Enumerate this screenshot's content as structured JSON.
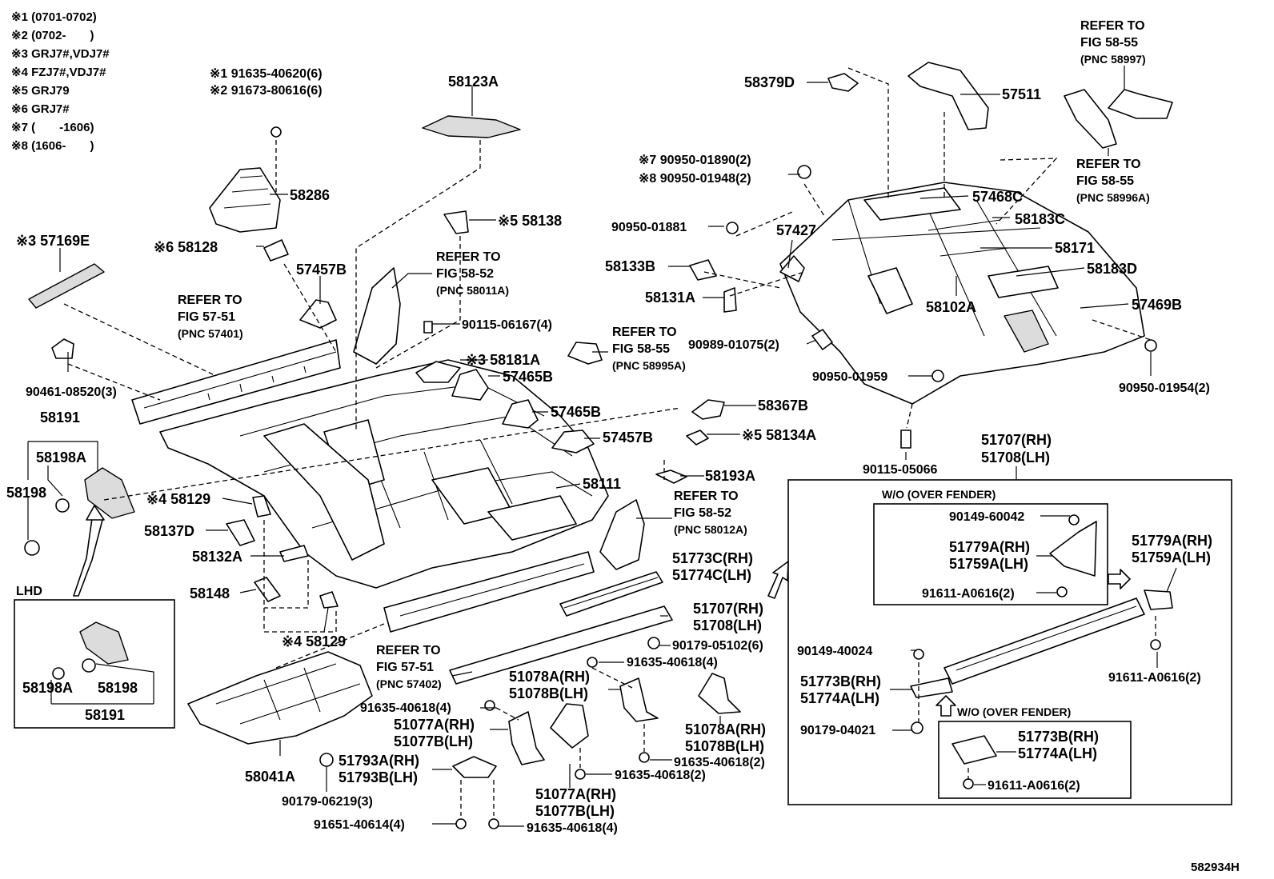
{
  "diagram_id": "582934H",
  "notes": [
    "※1 (0701-0702)",
    "※2 (0702-　　)",
    "※3 GRJ7#,VDJ7#",
    "※4 FZJ7#,VDJ7#",
    "※5 GRJ79",
    "※6 GRJ7#",
    "※7 (　　-1606)",
    "※8 (1606-　　)"
  ],
  "labels": [
    {
      "id": "l91635-40620",
      "text": "※1 91635-40620(6)"
    },
    {
      "id": "l91673-80616",
      "text": "※2 91673-80616(6)"
    },
    {
      "id": "l58123A",
      "text": "58123A"
    },
    {
      "id": "l58286",
      "text": "58286"
    },
    {
      "id": "l57169E",
      "text": "※3 57169E"
    },
    {
      "id": "l58128",
      "text": "※6 58128"
    },
    {
      "id": "l58138",
      "text": "※5 58138"
    },
    {
      "id": "l57457B-a",
      "text": "57457B"
    },
    {
      "id": "lref5252a1",
      "text": "REFER TO"
    },
    {
      "id": "lref5252a2",
      "text": "FIG 58-52"
    },
    {
      "id": "lref5252a3",
      "text": "(PNC 58011A)"
    },
    {
      "id": "lref5751a1",
      "text": "REFER TO"
    },
    {
      "id": "lref5751a2",
      "text": "FIG 57-51"
    },
    {
      "id": "lref5751a3",
      "text": "(PNC 57401)"
    },
    {
      "id": "l90115-06167",
      "text": "90115-06167(4)"
    },
    {
      "id": "lref5855c1",
      "text": "REFER TO"
    },
    {
      "id": "lref5855c2",
      "text": "FIG 58-55"
    },
    {
      "id": "lref5855c3",
      "text": "(PNC 58995A)"
    },
    {
      "id": "l58181A",
      "text": "※3 58181A"
    },
    {
      "id": "l57465B-a",
      "text": "57465B"
    },
    {
      "id": "l90461-08520",
      "text": "90461-08520(3)"
    },
    {
      "id": "l58191-a",
      "text": "58191"
    },
    {
      "id": "l58198A-a",
      "text": "58198A"
    },
    {
      "id": "l58198-a",
      "text": "58198"
    },
    {
      "id": "l57465B-b",
      "text": "57465B"
    },
    {
      "id": "l57457B-b",
      "text": "57457B"
    },
    {
      "id": "l58129-a",
      "text": "※4 58129"
    },
    {
      "id": "l58137D",
      "text": "58137D"
    },
    {
      "id": "l58132A",
      "text": "58132A"
    },
    {
      "id": "l58148",
      "text": "58148"
    },
    {
      "id": "l58111",
      "text": "58111"
    },
    {
      "id": "l58129-b",
      "text": "※4 58129"
    },
    {
      "id": "lLHD",
      "text": "LHD"
    },
    {
      "id": "l58198A-b",
      "text": "58198A"
    },
    {
      "id": "l58198-b",
      "text": "58198"
    },
    {
      "id": "l58191-b",
      "text": "58191"
    },
    {
      "id": "l58041A",
      "text": "58041A"
    },
    {
      "id": "lref5751b1",
      "text": "REFER TO"
    },
    {
      "id": "lref5751b2",
      "text": "FIG 57-51"
    },
    {
      "id": "lref5751b3",
      "text": "(PNC 57402)"
    },
    {
      "id": "l58367B",
      "text": "58367B"
    },
    {
      "id": "l58134A",
      "text": "※5 58134A"
    },
    {
      "id": "l58193A",
      "text": "58193A"
    },
    {
      "id": "lref5252b1",
      "text": "REFER TO"
    },
    {
      "id": "lref5252b2",
      "text": "FIG 58-52"
    },
    {
      "id": "lref5252b3",
      "text": "(PNC 58012A)"
    },
    {
      "id": "l51773C",
      "text": "51773C(RH)"
    },
    {
      "id": "l51774C",
      "text": "51774C(LH)"
    },
    {
      "id": "l51707-a",
      "text": "51707(RH)"
    },
    {
      "id": "l51708-a",
      "text": "51708(LH)"
    },
    {
      "id": "l90179-05102",
      "text": "90179-05102(6)"
    },
    {
      "id": "l91635-40618-a",
      "text": "91635-40618(4)"
    },
    {
      "id": "l51078A-a",
      "text": "51078A(RH)"
    },
    {
      "id": "l51078B-a",
      "text": "51078B(LH)"
    },
    {
      "id": "l91635-40618-b",
      "text": "91635-40618(4)"
    },
    {
      "id": "l51077A-a",
      "text": "51077A(RH)"
    },
    {
      "id": "l51077B-a",
      "text": "51077B(LH)"
    },
    {
      "id": "l51793A",
      "text": "51793A(RH)"
    },
    {
      "id": "l51793B",
      "text": "51793B(LH)"
    },
    {
      "id": "l90179-06219",
      "text": "90179-06219(3)"
    },
    {
      "id": "l91651-40614",
      "text": "91651-40614(4)"
    },
    {
      "id": "l91635-40618-c",
      "text": "91635-40618(4)"
    },
    {
      "id": "l51077A-b",
      "text": "51077A(RH)"
    },
    {
      "id": "l51077B-b",
      "text": "51077B(LH)"
    },
    {
      "id": "l91635-40618-d",
      "text": "91635-40618(2)"
    },
    {
      "id": "l51078A-b",
      "text": "51078A(RH)"
    },
    {
      "id": "l51078B-b",
      "text": "51078B(LH)"
    },
    {
      "id": "l91635-40618-e",
      "text": "91635-40618(2)"
    },
    {
      "id": "l58379D",
      "text": "58379D"
    },
    {
      "id": "l57511",
      "text": "57511"
    },
    {
      "id": "lref5855a1",
      "text": "REFER TO"
    },
    {
      "id": "lref5855a2",
      "text": "FIG 58-55"
    },
    {
      "id": "lref5855a3",
      "text": "(PNC 58997)"
    },
    {
      "id": "lref5855b1",
      "text": "REFER TO"
    },
    {
      "id": "lref5855b2",
      "text": "FIG 58-55"
    },
    {
      "id": "lref5855b3",
      "text": "(PNC 58996A)"
    },
    {
      "id": "l90950-01890",
      "text": "※7 90950-01890(2)"
    },
    {
      "id": "l90950-01948",
      "text": "※8 90950-01948(2)"
    },
    {
      "id": "l57468C",
      "text": "57468C"
    },
    {
      "id": "l58183C",
      "text": "58183C"
    },
    {
      "id": "l90950-01881",
      "text": "90950-01881"
    },
    {
      "id": "l57427",
      "text": "57427"
    },
    {
      "id": "l58171",
      "text": "58171"
    },
    {
      "id": "l58133B",
      "text": "58133B"
    },
    {
      "id": "l58183D",
      "text": "58183D"
    },
    {
      "id": "l58131A",
      "text": "58131A"
    },
    {
      "id": "l58102A",
      "text": "58102A"
    },
    {
      "id": "l57469B",
      "text": "57469B"
    },
    {
      "id": "l90989-01075",
      "text": "90989-01075(2)"
    },
    {
      "id": "l90950-01959",
      "text": "90950-01959"
    },
    {
      "id": "l90950-01954",
      "text": "90950-01954(2)"
    },
    {
      "id": "l90115-05066",
      "text": "90115-05066"
    },
    {
      "id": "l51707-b",
      "text": "51707(RH)"
    },
    {
      "id": "l51708-b",
      "text": "51708(LH)"
    },
    {
      "id": "lwo1",
      "text": "W/O (OVER FENDER)"
    },
    {
      "id": "l90149-60042",
      "text": "90149-60042"
    },
    {
      "id": "l51779A-a",
      "text": "51779A(RH)"
    },
    {
      "id": "l51759A-a",
      "text": "51759A(LH)"
    },
    {
      "id": "l51779A-b",
      "text": "51779A(RH)"
    },
    {
      "id": "l51759A-b",
      "text": "51759A(LH)"
    },
    {
      "id": "l91611-A0616-a",
      "text": "91611-A0616(2)"
    },
    {
      "id": "l90149-40024",
      "text": "90149-40024"
    },
    {
      "id": "l51773B-a",
      "text": "51773B(RH)"
    },
    {
      "id": "l51774A-a",
      "text": "51774A(LH)"
    },
    {
      "id": "l91611-A0616-b",
      "text": "91611-A0616(2)"
    },
    {
      "id": "lwo2",
      "text": "W/O (OVER FENDER)"
    },
    {
      "id": "l90179-04021",
      "text": "90179-04021"
    },
    {
      "id": "l51773B-b",
      "text": "51773B(RH)"
    },
    {
      "id": "l51774A-b",
      "text": "51774A(LH)"
    },
    {
      "id": "l91611-A0616-c",
      "text": "91611-A0616(2)"
    }
  ]
}
